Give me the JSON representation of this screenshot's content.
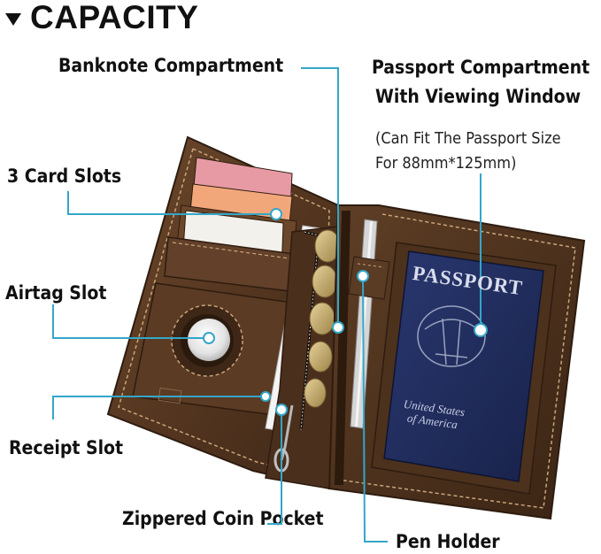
{
  "header": {
    "title": "CAPACITY"
  },
  "labels": {
    "banknote": "Banknote Compartment",
    "passport_line1": "Passport Compartment",
    "passport_line2": "With Viewing Window",
    "passport_note1": "(Can Fit The Passport Size",
    "passport_note2": "For 88mm*125mm)",
    "card_slots": "3 Card Slots",
    "airtag": "Airtag Slot",
    "receipt": "Receipt Slot",
    "zippered": "Zippered Coin Pocket",
    "pen_holder": "Pen Holder"
  },
  "passport": {
    "cover_title": "PASSPORT",
    "country_line1": "United States",
    "country_line2": "of America"
  },
  "colors": {
    "leather": "#5a3b24",
    "leather_dark": "#3d2616",
    "passport_blue": "#1e2a55",
    "stitch": "#c9a57a",
    "callout": "#34a6c9"
  }
}
